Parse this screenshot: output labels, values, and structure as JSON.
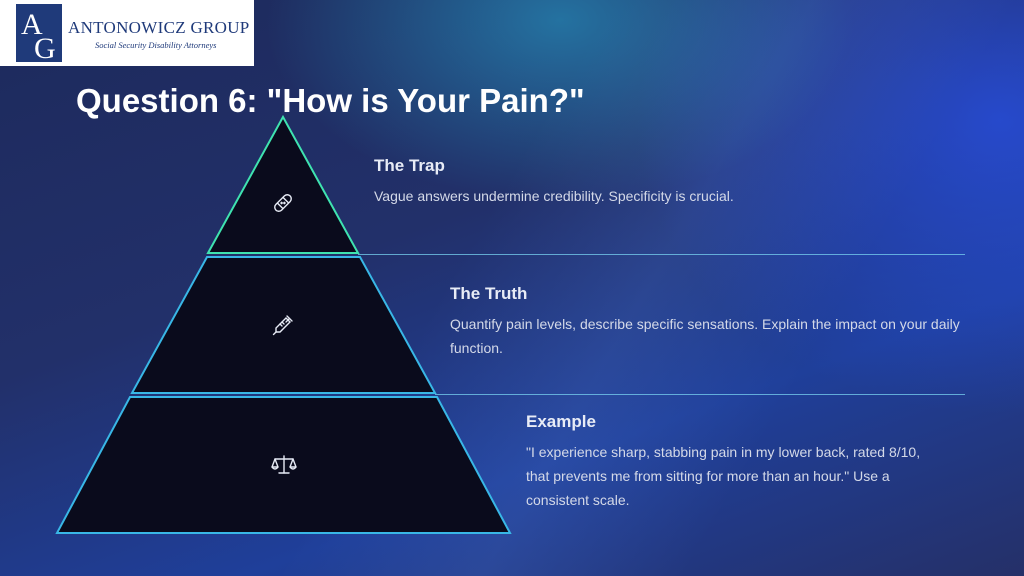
{
  "logo": {
    "initials": "AG",
    "company": "ANTONOWICZ GROUP",
    "tagline": "Social Security Disability Attorneys"
  },
  "slide": {
    "title": "Question 6: \"How is Your Pain?\""
  },
  "levels": [
    {
      "icon": "bandage-icon",
      "heading": "The Trap",
      "text": "Vague answers undermine credibility. Specificity is crucial."
    },
    {
      "icon": "syringe-icon",
      "heading": "The Truth",
      "text": "Quantify pain levels, describe specific sensations. Explain the impact on your daily function."
    },
    {
      "icon": "scale-icon",
      "heading": "Example",
      "text": "\"I experience sharp, stabbing pain in my lower back, rated 8/10, that prevents me from sitting for more than an hour.\" Use a consistent scale."
    }
  ],
  "colors": {
    "pyramid_fill": "#0a0b1c",
    "top_stroke": "#3fe3b0",
    "stroke": "#39b7e6"
  }
}
